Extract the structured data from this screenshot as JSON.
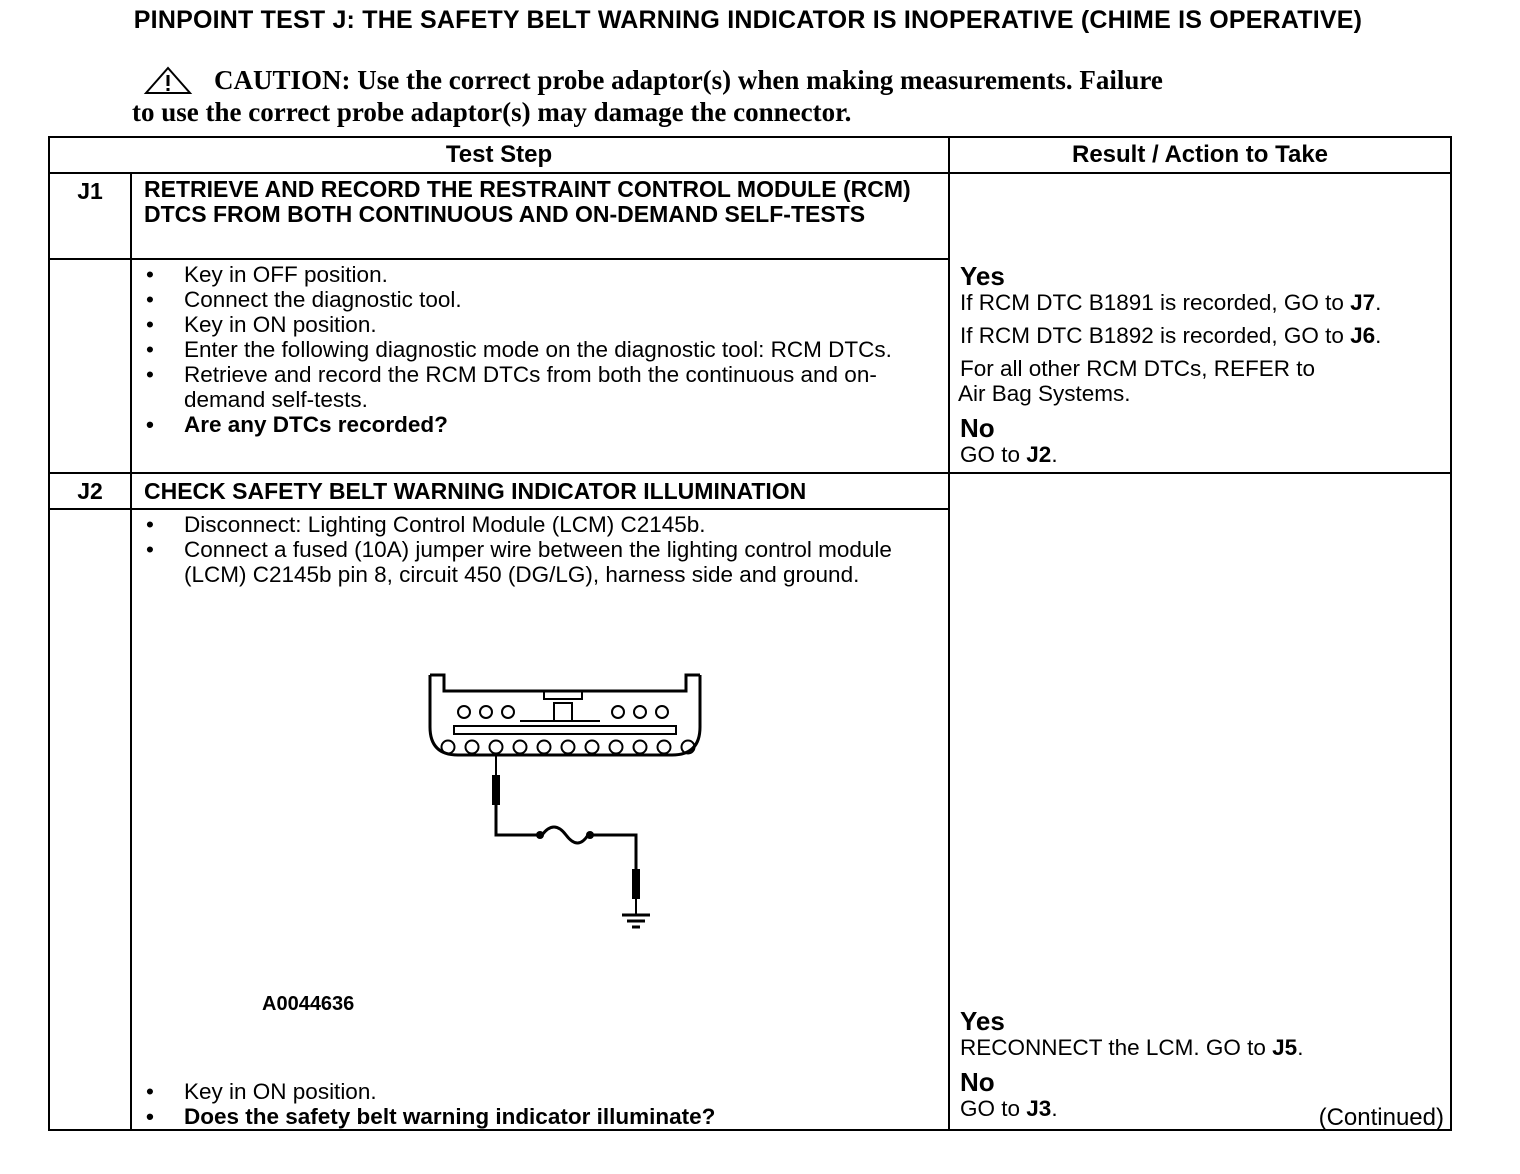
{
  "title": "PINPOINT TEST  J: THE SAFETY BELT WARNING INDICATOR IS INOPERATIVE (CHIME IS OPERATIVE)",
  "caution": {
    "line1": "CAUTION: Use the correct probe adaptor(s) when making measurements. Failure",
    "line2": "to use the correct probe adaptor(s) may damage the connector."
  },
  "table": {
    "headers": {
      "test_step": "Test Step",
      "result": "Result / Action to Take"
    },
    "j1": {
      "id": "J1",
      "title": "RETRIEVE AND RECORD THE RESTRAINT CONTROL MODULE (RCM) DTCS FROM BOTH CONTINUOUS AND ON-DEMAND SELF-TESTS",
      "steps": [
        "Key in OFF position.",
        "Connect the diagnostic tool.",
        "Key in ON position.",
        "Enter the following diagnostic mode on the diagnostic tool: RCM DTCs.",
        "Retrieve and record the RCM DTCs from both the continuous and on-demand self-tests.",
        "Are any DTCs recorded?"
      ],
      "result": {
        "yes": "Yes",
        "r1a": "If RCM DTC B1891 is recorded, GO to ",
        "r1b": "J7",
        "r2a": "If RCM DTC B1892 is recorded, GO to ",
        "r2b": "J6",
        "r3": "For all other RCM DTCs, REFER to",
        "r4": "Air Bag Systems.",
        "no": "No",
        "r5a": "GO to ",
        "r5b": "J2"
      }
    },
    "j2": {
      "id": "J2",
      "title": "CHECK SAFETY BELT WARNING INDICATOR ILLUMINATION",
      "steps_a": [
        "Disconnect: Lighting Control Module (LCM) C2145b.",
        "Connect a fused (10A) jumper wire between the lighting control module (LCM) C2145b pin 8, circuit 450 (DG/LG), harness side and ground."
      ],
      "figure_id": "A0044636",
      "steps_b": [
        "Key in ON position.",
        "Does the safety belt warning indicator illuminate?"
      ],
      "result": {
        "yes": "Yes",
        "r1a": "RECONNECT the LCM. GO to ",
        "r1b": "J5",
        "no": "No",
        "r2a": "GO to ",
        "r2b": "J3"
      }
    }
  },
  "continued": "(Continued)"
}
